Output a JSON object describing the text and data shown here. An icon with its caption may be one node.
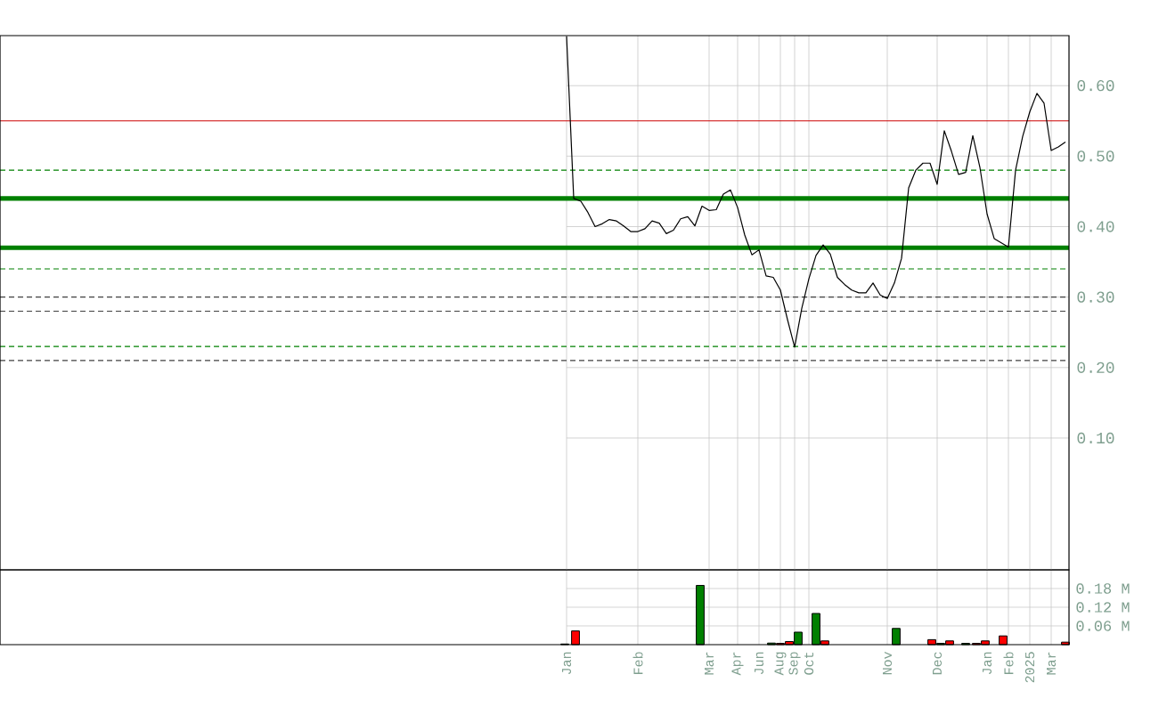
{
  "diagram": {
    "labels": [
      "0.18 M",
      "0.12 M",
      "0.06 M"
    ],
    "chart_data": {
      "type": "line",
      "ylim": [
        -0.087,
        0.671
      ],
      "categories": [
        "Jan",
        null,
        null,
        null,
        null,
        null,
        null,
        null,
        null,
        null,
        "Feb",
        null,
        null,
        null,
        null,
        null,
        null,
        null,
        null,
        null,
        "Mar",
        null,
        null,
        null,
        "Apr",
        null,
        null,
        "Jun",
        null,
        null,
        "Aug",
        null,
        "Sep",
        null,
        "Oct",
        null,
        null,
        null,
        null,
        null,
        null,
        null,
        null,
        null,
        null,
        "Nov",
        null,
        null,
        null,
        null,
        null,
        null,
        "Dec",
        null,
        null,
        null,
        null,
        null,
        null,
        "Jan",
        null,
        null,
        "Feb",
        null,
        null,
        "2025",
        null,
        null,
        "Mar",
        null,
        null
      ],
      "yticks": [
        {
          "value": 0.1,
          "label": "0.10"
        },
        {
          "value": 0.2,
          "label": "0.20"
        },
        {
          "value": 0.3,
          "label": "0.30"
        },
        {
          "value": 0.4,
          "label": "0.40"
        },
        {
          "value": 0.5,
          "label": "0.50"
        },
        {
          "value": 0.6,
          "label": "0.60"
        }
      ],
      "series": [
        {
          "color": "#000000",
          "values": [
            0.67,
            0.44,
            0.436,
            0.42,
            0.4,
            0.404,
            0.41,
            0.408,
            0.401,
            0.393,
            0.393,
            0.397,
            0.408,
            0.405,
            0.39,
            0.395,
            0.411,
            0.414,
            0.401,
            0.429,
            0.423,
            0.424,
            0.446,
            0.452,
            0.427,
            0.388,
            0.36,
            0.367,
            0.33,
            0.328,
            0.31,
            0.268,
            0.229,
            0.284,
            0.326,
            0.359,
            0.374,
            0.361,
            0.328,
            0.318,
            0.31,
            0.306,
            0.306,
            0.32,
            0.303,
            0.298,
            0.32,
            0.355,
            0.455,
            0.48,
            0.49,
            0.49,
            0.46,
            0.536,
            0.507,
            0.474,
            0.477,
            0.529,
            0.484,
            0.418,
            0.383,
            0.377,
            0.371,
            0.48,
            0.528,
            0.563,
            0.589,
            0.575,
            0.508,
            0.513,
            0.52
          ]
        }
      ],
      "grid": true,
      "ref_lines": [
        {
          "axis": "y",
          "value": 0.55
        },
        {
          "axis": "y",
          "value": 0.48
        },
        {
          "axis": "y",
          "value": 0.44
        },
        {
          "axis": "y",
          "value": 0.37
        },
        {
          "axis": "y",
          "value": 0.34
        },
        {
          "axis": "y",
          "value": 0.3
        },
        {
          "axis": "y",
          "value": 0.28
        },
        {
          "axis": "y",
          "value": 0.23
        },
        {
          "axis": "y",
          "value": 0.21
        }
      ]
    }
  }
}
